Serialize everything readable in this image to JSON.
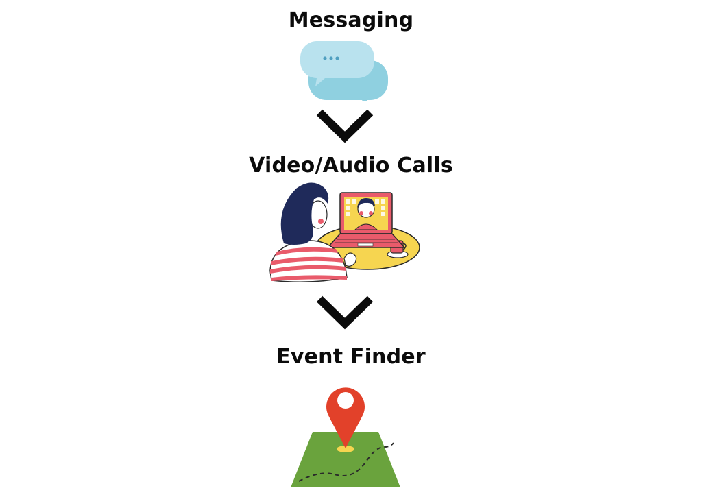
{
  "flow": {
    "steps": [
      {
        "label": "Messaging",
        "icon": "chat-bubbles-icon"
      },
      {
        "label": "Video/Audio Calls",
        "icon": "video-call-icon"
      },
      {
        "label": "Event Finder",
        "icon": "map-pin-icon"
      }
    ],
    "connector_icon": "chevron-down-icon"
  },
  "colors": {
    "text": "#0b0b0b",
    "bubble_light": "#b9e2ee",
    "bubble_dark": "#8fd0e0",
    "laptop": "#e95b6b",
    "table": "#f6d550",
    "hair": "#1f2a5a",
    "pin": "#e2412a",
    "map": "#6aa33d"
  }
}
